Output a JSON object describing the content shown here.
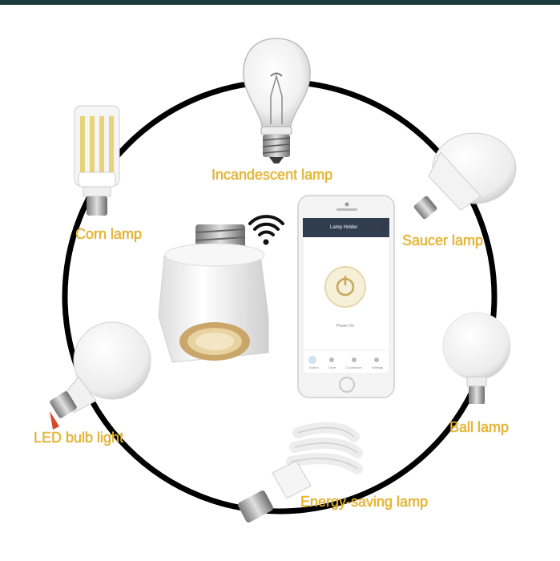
{
  "colors": {
    "label": "#e8b72a",
    "ring": "#000000",
    "accent": "#1b3a3b",
    "power_button": "#d6c27a"
  },
  "lamps": {
    "incandescent": "Incandescent lamp",
    "corn": "Corn lamp",
    "saucer": "Saucer lamp",
    "led": "LED bulb light",
    "ball": "Ball lamp",
    "energy_saving": "Energy-saving lamp"
  },
  "phone": {
    "title": "Lamp Holder",
    "power_status": "Power On",
    "nav": [
      "Switch",
      "Timer",
      "Countdown",
      "Settings"
    ]
  },
  "icons": [
    "wifi-icon",
    "power-icon",
    "back-arrow-icon",
    "edit-icon"
  ]
}
